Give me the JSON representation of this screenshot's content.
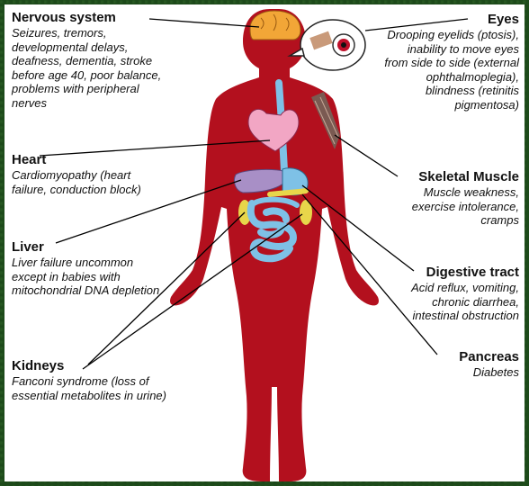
{
  "organs": {
    "nervous": {
      "title": "Nervous system",
      "desc": "Seizures, tremors, developmental delays, deafness, dementia, stroke before age 40, poor balance, problems with peripheral nerves"
    },
    "heart": {
      "title": "Heart",
      "desc": "Cardiomyopathy (heart failure, conduction block)"
    },
    "liver": {
      "title": "Liver",
      "desc": "Liver failure uncommon except in babies with mitochondrial DNA depletion"
    },
    "kidneys": {
      "title": "Kidneys",
      "desc": "Fanconi syndrome (loss of essential metabolites in urine)"
    },
    "eyes": {
      "title": "Eyes",
      "desc": "Drooping eyelids (ptosis), inability to move eyes from side to side (external ophthalmoplegia), blindness (retinitis pigmentosa)"
    },
    "skeletal": {
      "title": "Skeletal Muscle",
      "desc": "Muscle weakness, exercise intolerance, cramps"
    },
    "digestive": {
      "title": "Digestive tract",
      "desc": "Acid reflux, vomiting, chronic diarrhea, intestinal obstruction"
    },
    "pancreas": {
      "title": "Pancreas",
      "desc": "Diabetes"
    }
  },
  "colors": {
    "body": "#b3101e",
    "brain": "#f2a637",
    "heart": "#f2a6c4",
    "liver": "#a88fc6",
    "intestine": "#7ec1e6",
    "pancreas": "#e8d64a",
    "muscle": "#7a5a52"
  }
}
